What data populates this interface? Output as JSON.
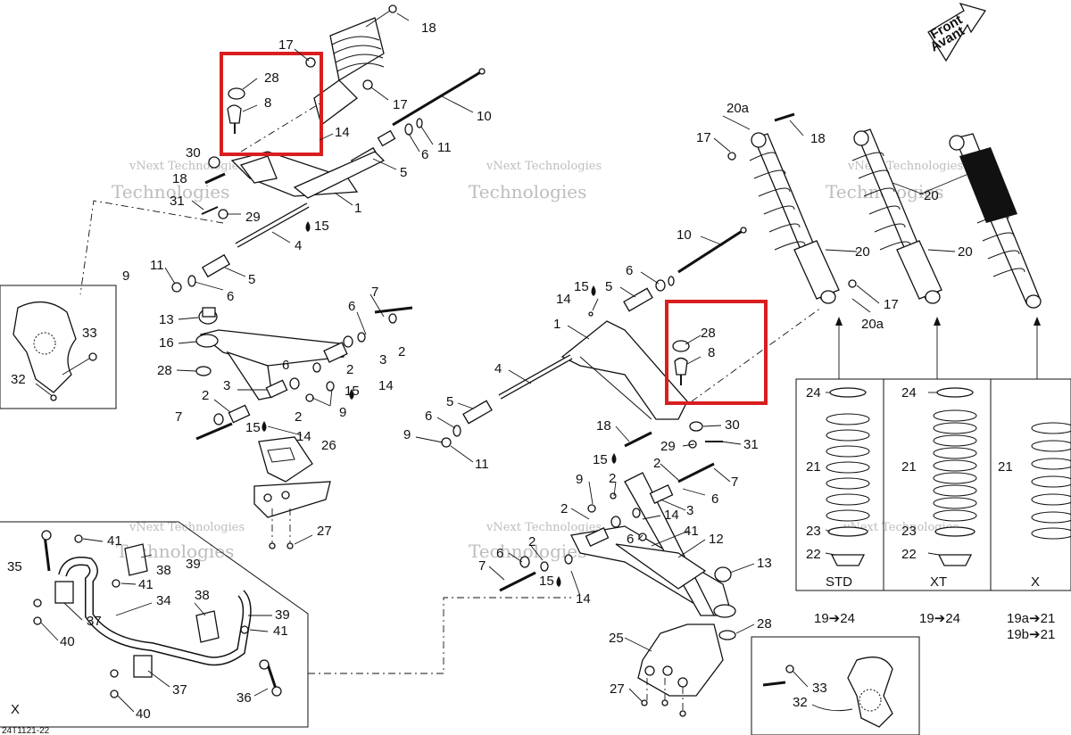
{
  "diagram": {
    "front_arrow": {
      "line1": "Front",
      "line2": "Avant"
    },
    "watermark": {
      "line1": "vNext",
      "line2": "Technologies",
      "full": "vNext Technologies"
    },
    "figure_code": "24T1121-22",
    "labels": {
      "l1a": "18",
      "l1b": "17",
      "l1c": "28",
      "l1d": "8",
      "l1e": "17",
      "l1f": "14",
      "l1g": "10",
      "l1h": "6",
      "l1i": "11",
      "l1j": "30",
      "l1k": "18",
      "l1l": "5",
      "l1m": "31",
      "l1n": "29",
      "l1o": "1",
      "l1p": "15",
      "l1q": "4",
      "l1r": "9",
      "l1s": "11",
      "l1t": "6",
      "l1u": "5",
      "l1v": "33",
      "l1w": "32",
      "l2a": "7",
      "l2b": "6",
      "l2c": "13",
      "l2d": "16",
      "l2e": "2",
      "l2f": "3",
      "l2g": "6",
      "l2h": "2",
      "l2i": "28",
      "l2j": "14",
      "l2k": "15",
      "l2l": "3",
      "l2m": "9",
      "l2n": "2",
      "l2o": "2",
      "l2p": "7",
      "l2q": "15",
      "l2r": "14",
      "l2s": "26",
      "l2t": "27",
      "l3a": "35",
      "l3b": "41",
      "l3c": "39",
      "l3d": "38",
      "l3e": "41",
      "l3f": "34",
      "l3g": "37",
      "l3h": "40",
      "l3i": "38",
      "l3j": "39",
      "l3k": "41",
      "l3l": "37",
      "l3m": "36",
      "l3n": "40",
      "l3o": "X",
      "l4a": "20a",
      "l4b": "18",
      "l4c": "17",
      "l4d": "20",
      "l4e": "10",
      "l4f": "20",
      "l4g": "20",
      "l4h": "20a",
      "l4i": "17",
      "l4j": "15",
      "l4k": "14",
      "l4l": "5",
      "l4m": "6",
      "l4n": "28",
      "l4o": "8",
      "l4p": "1",
      "l4q": "4",
      "l4r": "5",
      "l4s": "6",
      "l4t": "9",
      "l4u": "11",
      "l4v": "18",
      "l4w": "30",
      "l4x": "29",
      "l4y": "31",
      "l4z": "15",
      "l5a": "2",
      "l5b": "6",
      "l5c": "7",
      "l5d": "9",
      "l5e": "2",
      "l5f": "2",
      "l5g": "3",
      "l5h": "14",
      "l5i": "6",
      "l5j": "41",
      "l5k": "12",
      "l5l": "7",
      "l5m": "6",
      "l5n": "15",
      "l5o": "14",
      "l5p": "13",
      "l5q": "28",
      "l5r": "25",
      "l5s": "27",
      "l5t": "33",
      "l5u": "32",
      "l5v": "2"
    },
    "spring_table": {
      "columns": [
        {
          "name": "STD",
          "ref": "19➔24",
          "ref2": "",
          "parts": [
            "24",
            "21",
            "23",
            "22"
          ]
        },
        {
          "name": "XT",
          "ref": "19➔24",
          "ref2": "",
          "parts": [
            "24",
            "21",
            "23",
            "22"
          ]
        },
        {
          "name": "X",
          "ref": "19a➔21",
          "ref2": "19b➔21",
          "parts": [
            "",
            "21",
            "",
            ""
          ]
        }
      ]
    }
  }
}
